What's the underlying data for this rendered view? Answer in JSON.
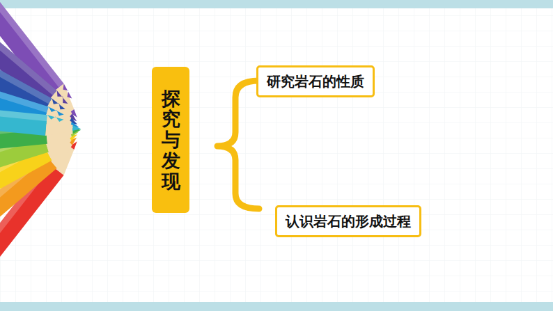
{
  "diagram": {
    "nodes": [
      {
        "text": [
          "探究与发现"
        ]
      },
      {
        "text": [
          "研究岩石的性质"
        ]
      },
      {
        "text": [
          "认识岩石的形成过程"
        ]
      }
    ]
  }
}
